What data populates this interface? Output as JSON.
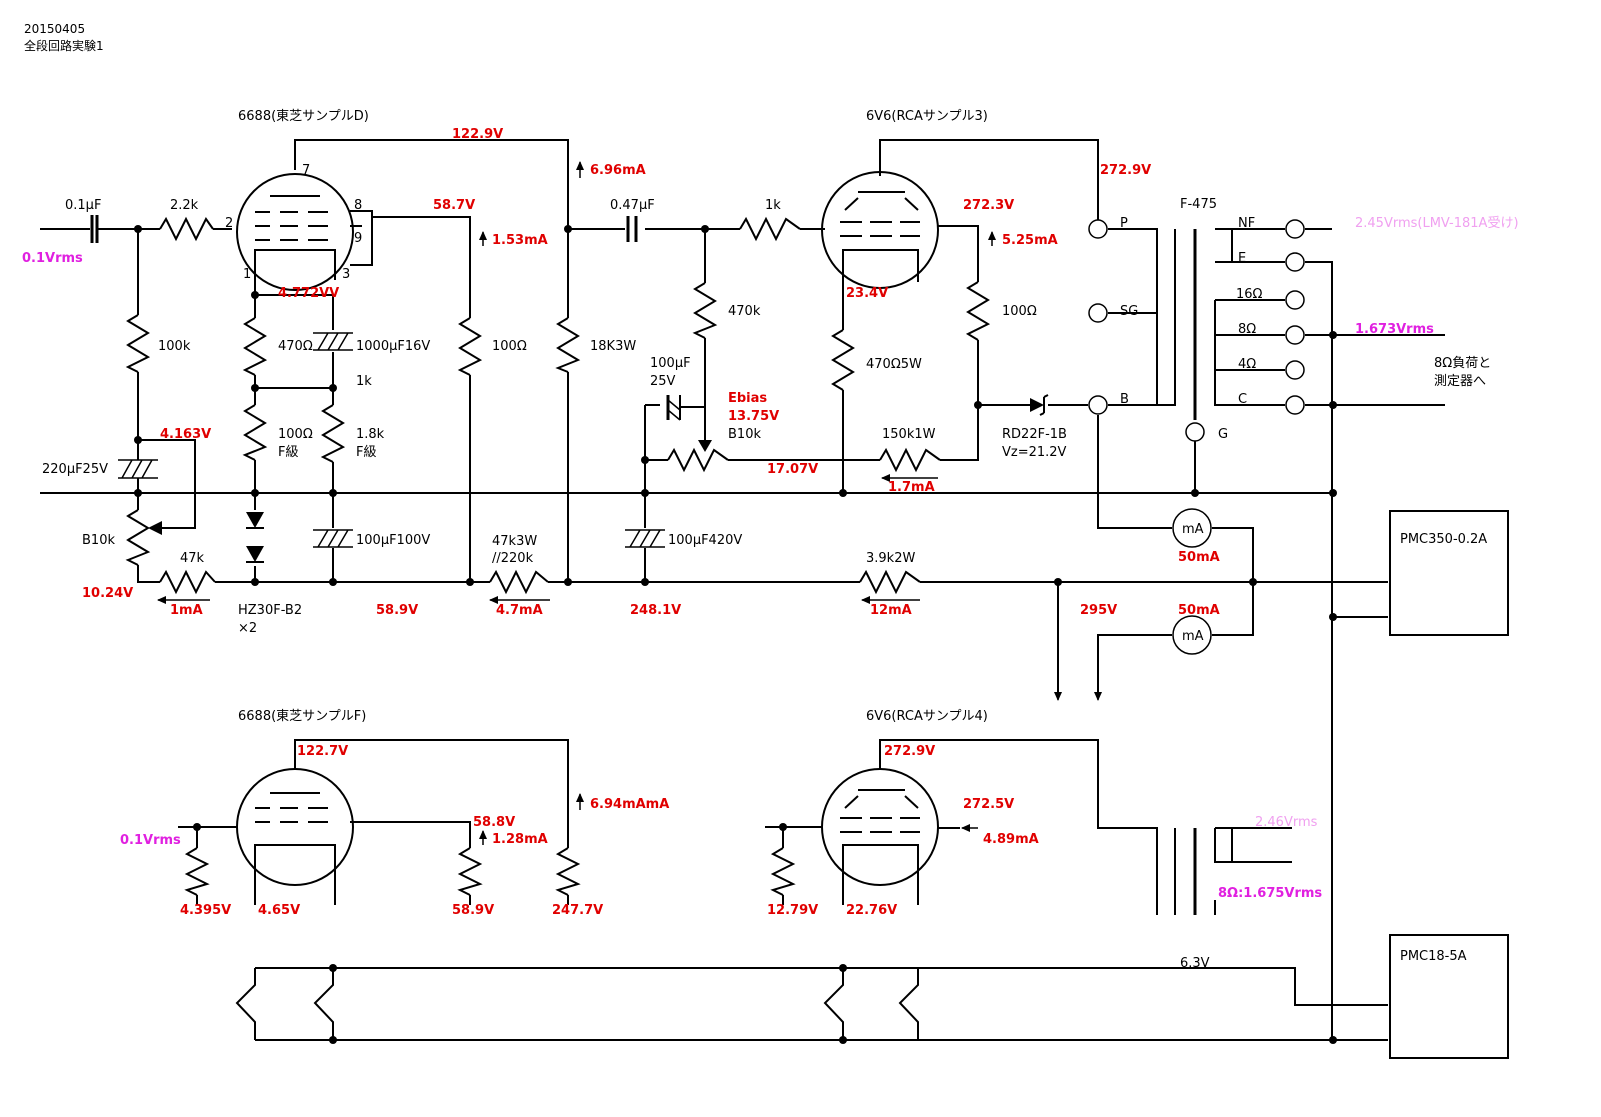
{
  "header": {
    "date": "20150405",
    "title": "全段回路実験1"
  },
  "tubes": {
    "v1": "6688(東芝サンプルD)",
    "v2": "6V6(RCAサンプル3)",
    "v3": "6688(東芝サンプルF)",
    "v4": "6V6(RCAサンプル4)"
  },
  "pins": {
    "p7": "7",
    "p2": "2",
    "p8": "8",
    "p9": "9",
    "p1": "1",
    "p3": "3"
  },
  "labels": {
    "c_in": "0.1μF",
    "r_22k": "2.2k",
    "r_100k": "100k",
    "c_220": "220μF25V",
    "vr_b10k_a": "B10k",
    "r_47k": "47k",
    "r_470": "470Ω",
    "c_1000": "1000μF16V",
    "r_1k_a": "1k",
    "r_100_f": "100Ω",
    "f_grade_a": "F級",
    "r_18k": "1.8k",
    "f_grade_b": "F級",
    "c_100_100": "100μF100V",
    "zener": "HZ30F-B2",
    "zener_qty": "×2",
    "r_100_a": "100Ω",
    "r_18k3w": "18K3W",
    "r_47k3w": "47k3W",
    "r_220k": "//220k",
    "c_047": "0.47μF",
    "r_1k_b": "1k",
    "r_470k": "470k",
    "c_100_25": "100μF",
    "c_100_25b": "25V",
    "ebias_label": "Ebias",
    "vr_b10k_b": "B10k",
    "c_100_420": "100μF420V",
    "r_470_5w": "470Ω5W",
    "r_100_b": "100Ω",
    "r_150k": "150k1W",
    "rd22": "RD22F-1B",
    "vz": "Vz=21.2V",
    "r_39k": "3.9k2W",
    "trans": "F-475",
    "tp": "P",
    "tsg": "SG",
    "tb": "B",
    "tg": "G",
    "nf": "NF",
    "e": "E",
    "t16": "16Ω",
    "t8": "8Ω",
    "t4": "4Ω",
    "tc": "C",
    "load_a": "8Ω負荷と",
    "load_b": "測定器へ",
    "ma1": "mA",
    "ma2": "mA",
    "pmc350": "PMC350-0.2A",
    "pmc18": "PMC18-5A",
    "heater_v": "6.3V"
  },
  "readings": {
    "v_1229": "122.9V",
    "i_696": "6.96mA",
    "v_587": "58.7V",
    "i_153": "1.53mA",
    "v_4772": "4.772VV",
    "v_4163": "4.163V",
    "v_1024": "10.24V",
    "i_1ma": "1mA",
    "v_589": "58.9V",
    "i_47": "4.7mA",
    "v_2481": "248.1V",
    "ebias_v": "13.75V",
    "v_1707": "17.07V",
    "i_17": "1.7mA",
    "v_2729": "272.9V",
    "v_2723": "272.3V",
    "i_525": "5.25mA",
    "v_234": "23.4V",
    "i_12": "12mA",
    "v_295": "295V",
    "i_50a": "50mA",
    "i_50b": "50mA",
    "f_v_1227": "122.7V",
    "f_i_694": "6.94mAmA",
    "f_v_588": "58.8V",
    "f_i_128": "1.28mA",
    "f_v_4395": "4.395V",
    "f_v_465": "4.65V",
    "f_v_589": "58.9V",
    "f_v_2477": "247.7V",
    "f_v_2729": "272.9V",
    "f_v_2725": "272.5V",
    "f_i_489": "4.89mA",
    "f_v_1279": "12.79V",
    "f_v_2276": "22.76V"
  },
  "signals": {
    "in_a": "0.1Vrms",
    "out_nf": "2.45Vrms(LMV-181A受け)",
    "out_8": "1.673Vrms",
    "in_b": "0.1Vrms",
    "out_b1": "2.46Vrms",
    "out_b2": "8Ω:1.675Vrms"
  },
  "colors": {
    "reading": "#e00000",
    "signal": "#e020e0",
    "faint": "#f0a0f0"
  }
}
